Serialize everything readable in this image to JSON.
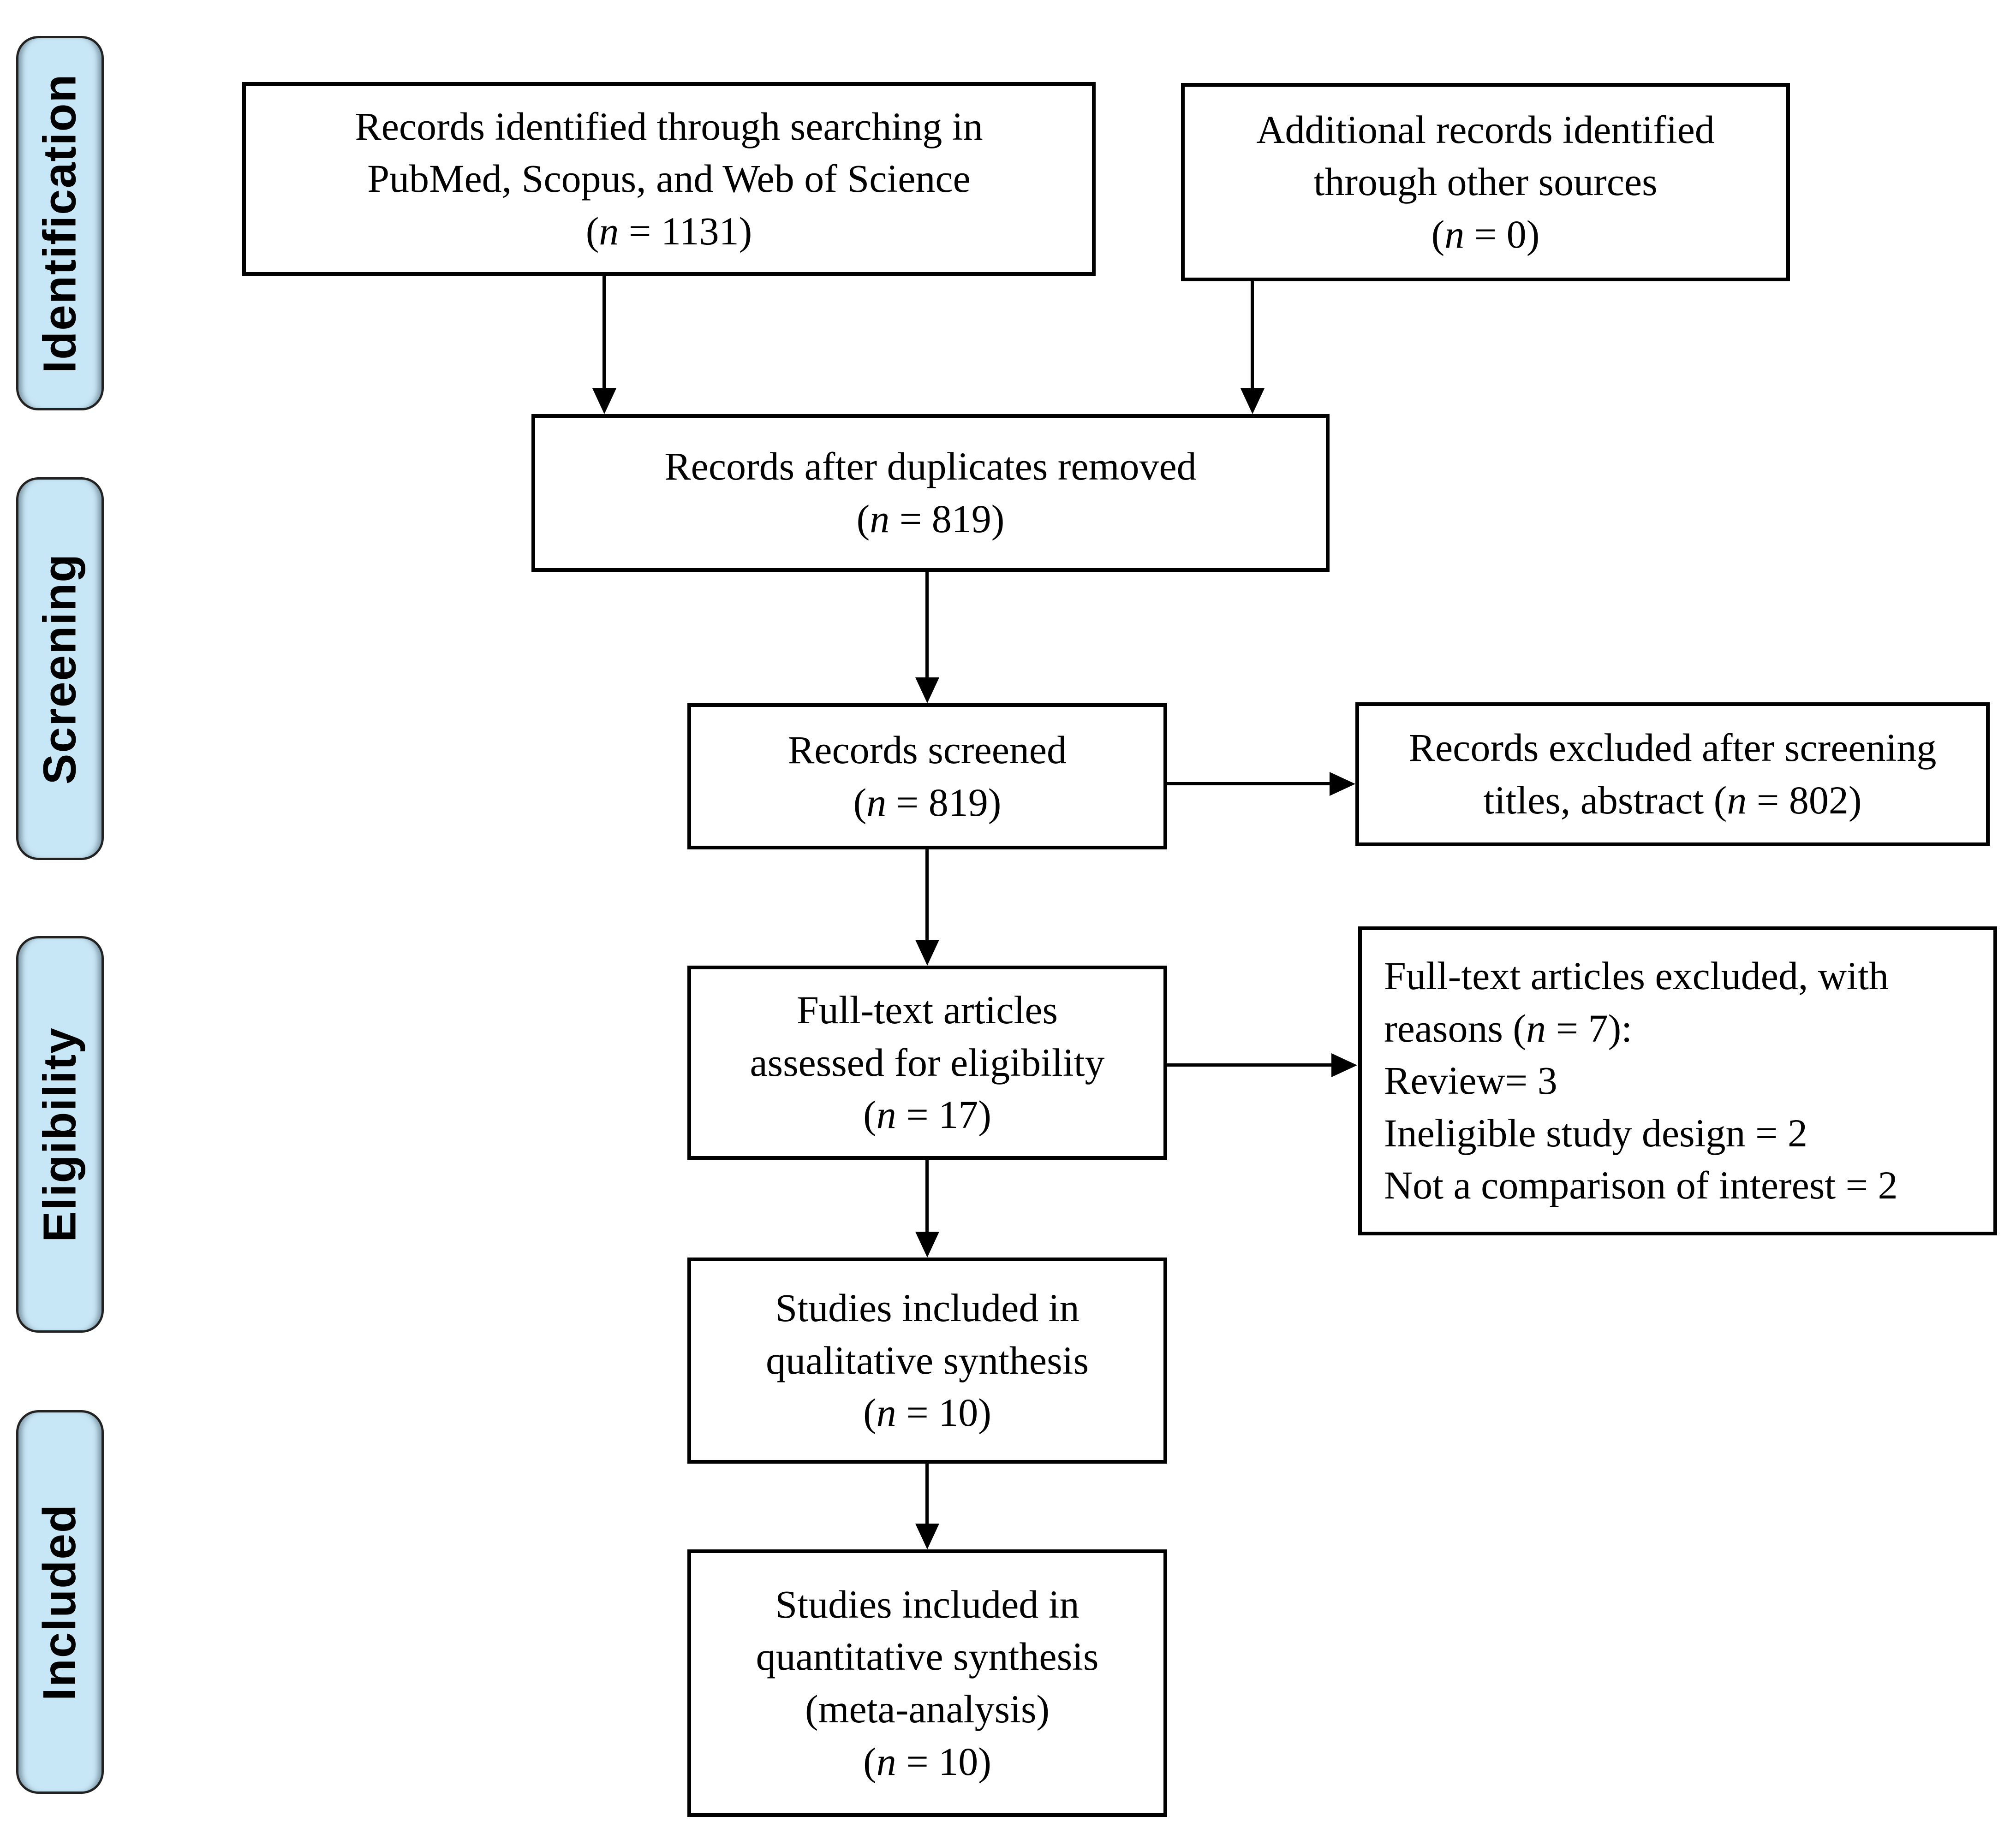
{
  "diagram": {
    "type": "prisma-flow",
    "stages": [
      {
        "id": "identification",
        "label": "Identification"
      },
      {
        "id": "screening",
        "label": "Screening"
      },
      {
        "id": "eligibility",
        "label": "Eligibility"
      },
      {
        "id": "included",
        "label": "Included"
      }
    ],
    "boxes": [
      {
        "id": "records-identified",
        "lines": [
          "Records identified through searching in",
          "PubMed, Scopus, and Web of Science",
          "(n = 1131)"
        ]
      },
      {
        "id": "additional-records",
        "lines": [
          "Additional records identified",
          "through other sources",
          "(n = 0)"
        ]
      },
      {
        "id": "duplicates-removed",
        "lines": [
          "Records after duplicates removed",
          "(n = 819)"
        ]
      },
      {
        "id": "records-screened",
        "lines": [
          "Records screened",
          "(n = 819)"
        ]
      },
      {
        "id": "records-excluded",
        "lines": [
          "Records excluded after screening",
          "titles, abstract (n = 802)"
        ]
      },
      {
        "id": "fulltext-assessed",
        "lines": [
          "Full-text articles",
          "assessed for eligibility",
          "(n = 17)"
        ]
      },
      {
        "id": "fulltext-excluded",
        "lines": [
          "Full-text articles excluded, with",
          "reasons (n = 7):",
          "Review= 3",
          "Ineligible study design = 2",
          "Not a comparison of interest = 2"
        ]
      },
      {
        "id": "qualitative-synthesis",
        "lines": [
          "Studies included in",
          "qualitative synthesis",
          "(n = 10)"
        ]
      },
      {
        "id": "quantitative-synthesis",
        "lines": [
          "Studies included in",
          "quantitative synthesis",
          "(meta-analysis)",
          "(n = 10)"
        ]
      }
    ],
    "colors": {
      "stage_fill": "#c8e7f6",
      "stage_border": "#222222",
      "box_fill": "#ffffff",
      "box_border": "#000000",
      "arrow": "#000000",
      "text": "#000000"
    }
  }
}
